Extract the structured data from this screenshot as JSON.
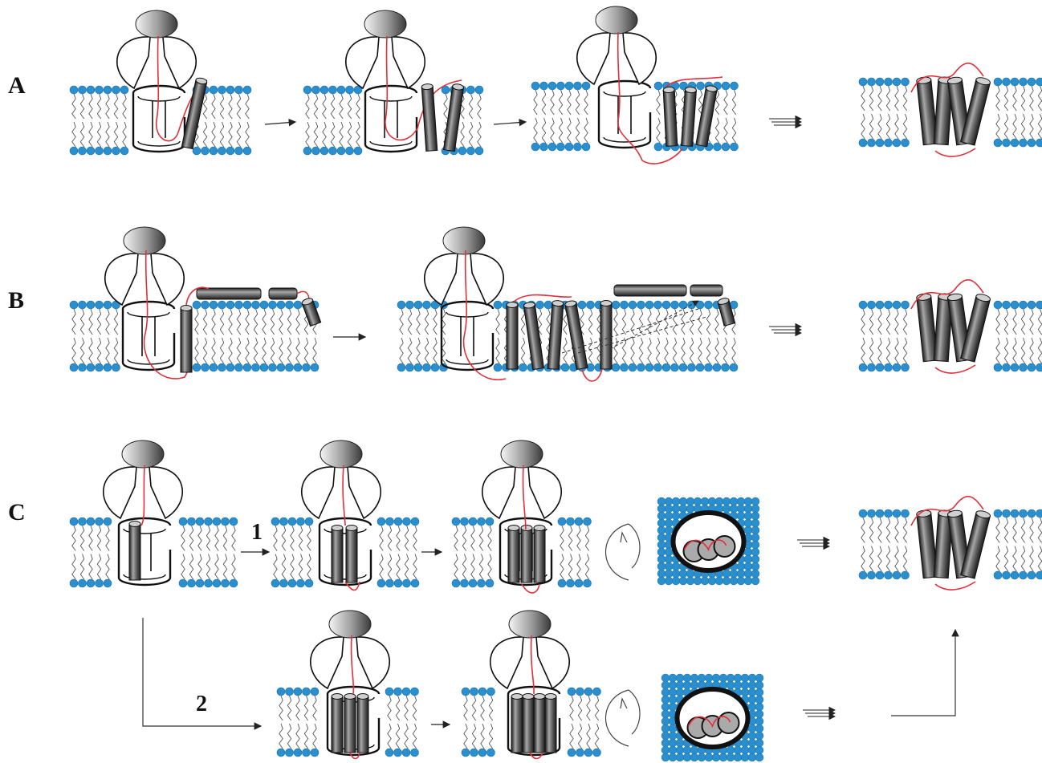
{
  "panels": {
    "A": {
      "label": "A"
    },
    "B": {
      "label": "B"
    },
    "C": {
      "label": "C",
      "route_1": "1",
      "route_2": "2"
    }
  },
  "colors": {
    "lipid_head": "#2a8fce",
    "lipid_tail": "#555555",
    "chain": "#e0303a",
    "helix_light": "#9a9a9a",
    "helix_dark": "#1e1e1e",
    "ribosome_light": "#f2f2f2",
    "ribosome_dark": "#444444",
    "highlight": "#52c6ee"
  },
  "icons": [
    "ribosome-icon",
    "translocon-icon",
    "membrane-icon",
    "helix-icon",
    "arrow-icon",
    "multi-arrow-icon",
    "rotation-arrow-icon",
    "top-view-icon"
  ]
}
